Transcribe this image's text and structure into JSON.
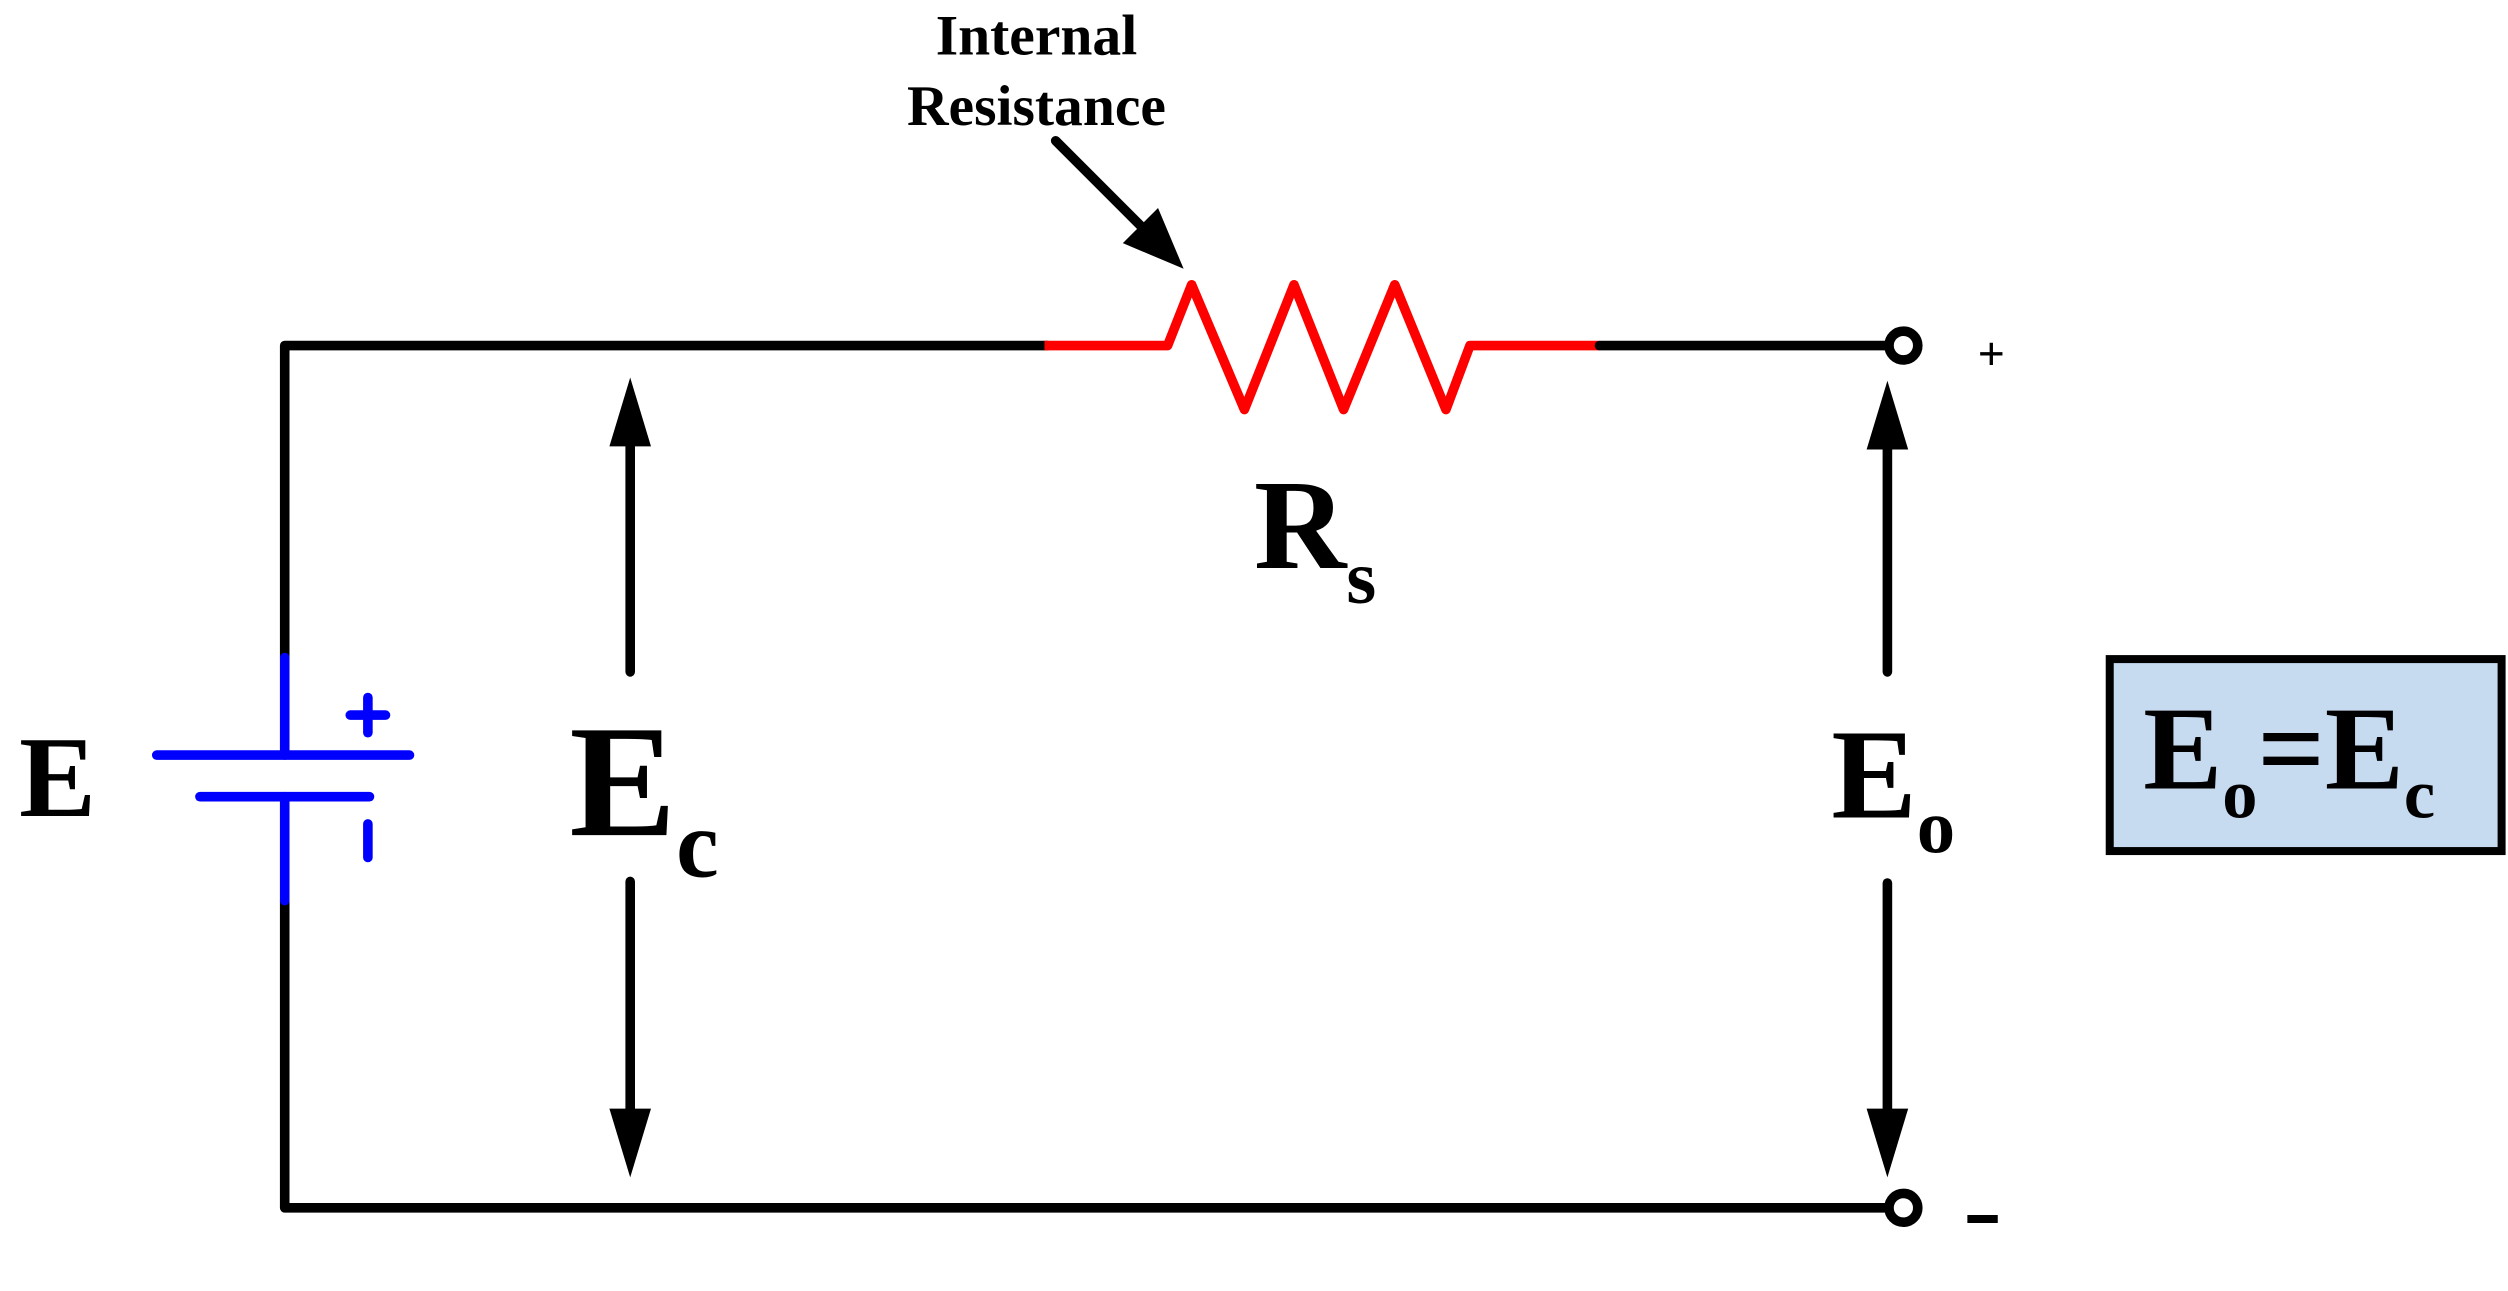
{
  "diagram": {
    "title_annotation": {
      "line1": "Internal",
      "line2": "Resistance"
    },
    "resistor": {
      "label_main": "R",
      "label_sub": "s"
    },
    "source": {
      "label": "E"
    },
    "ec_label": {
      "main": "E",
      "sub": "c"
    },
    "eo_label": {
      "main": "E",
      "sub": "o"
    },
    "terminals": {
      "positive": "+",
      "negative": "-"
    },
    "equation": {
      "left_main": "E",
      "left_sub": "o",
      "equals": "=",
      "right_main": "E",
      "right_sub": "c"
    },
    "colors": {
      "wire": "#000000",
      "resistor": "#ff0000",
      "battery": "#0000ff",
      "equation_box_fill": "#c6daf0"
    }
  }
}
